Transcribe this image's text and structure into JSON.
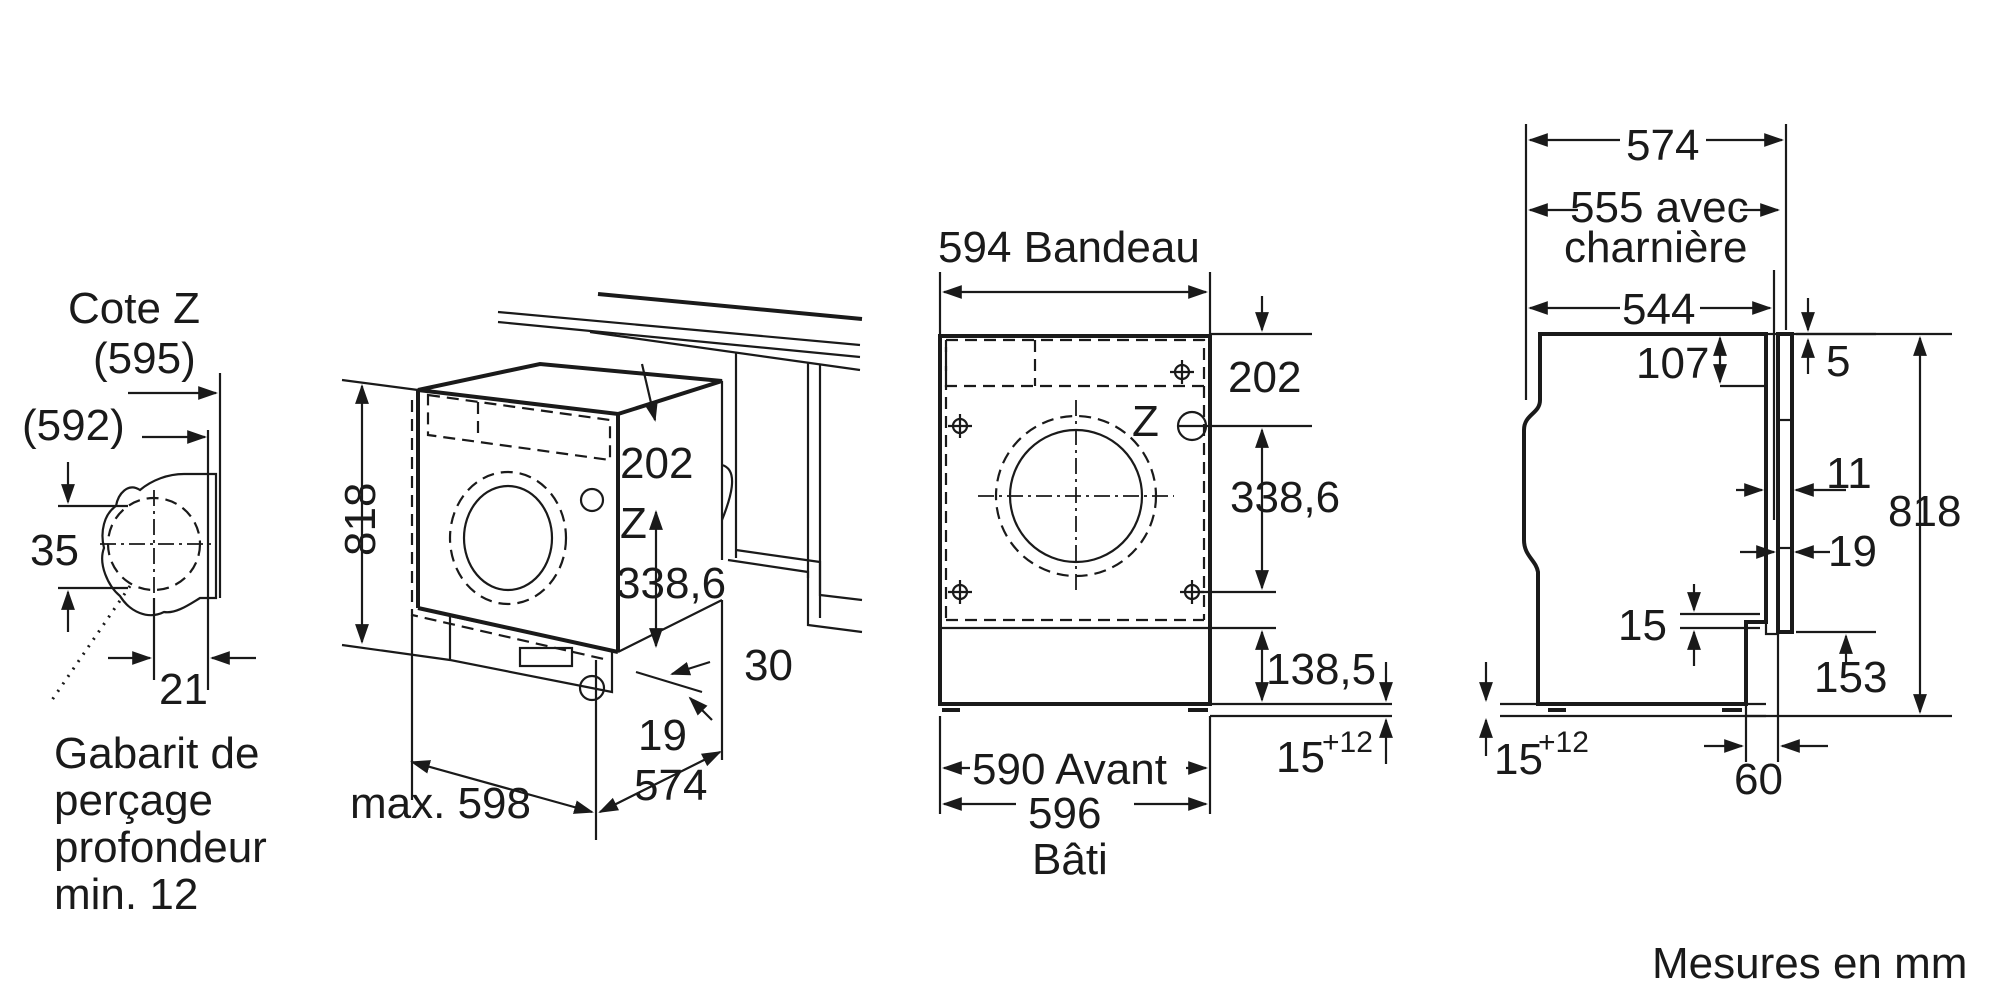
{
  "drilling_detail": {
    "cote_z": "Cote Z",
    "dim_595": "(595)",
    "dim_592": "(592)",
    "dim_35": "35",
    "dim_21": "21",
    "template_line1": "Gabarit de",
    "template_line2": "perçage",
    "template_line3": "profondeur",
    "template_line4": "min. 12"
  },
  "perspective_view": {
    "height_818": "818",
    "dim_202": "202",
    "z_label": "Z",
    "dim_338_6": "338,6",
    "dim_30": "30",
    "dim_19": "19",
    "max_598": "max. 598",
    "depth_574": "574"
  },
  "front_view": {
    "bandeau": "594 Bandeau",
    "dim_202": "202",
    "z_label": "Z",
    "dim_338_6": "338,6",
    "dim_138_5": "138,5",
    "base_15": "15",
    "base_sup": "+12",
    "avant_590": "590 Avant",
    "bati_596": "596",
    "bati_label": "Bâti"
  },
  "side_view": {
    "dim_574": "574",
    "avec_555_line1": "555 avec",
    "avec_555_line2": "charnière",
    "dim_544": "544",
    "dim_107": "107",
    "dim_5": "5",
    "dim_11": "11",
    "dim_818": "818",
    "dim_19": "19",
    "dim_15": "15",
    "dim_153": "153",
    "base_15": "15",
    "base_sup": "+12",
    "dim_60": "60"
  },
  "footer": {
    "units": "Mesures en mm"
  }
}
